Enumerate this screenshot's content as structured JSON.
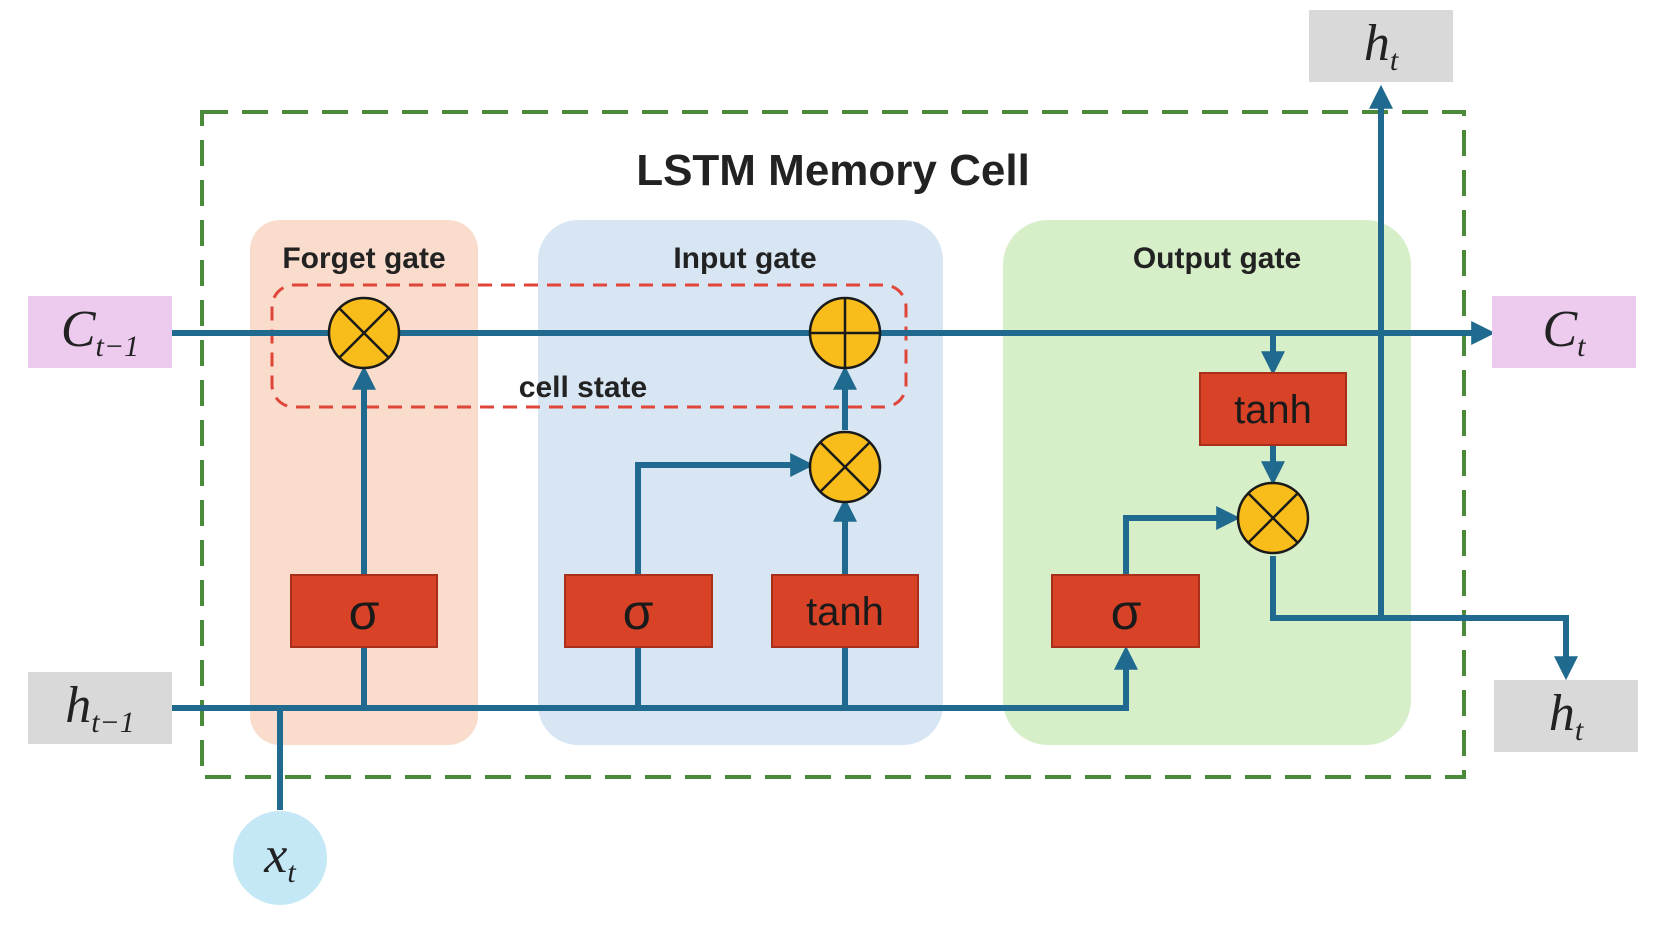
{
  "title": "LSTM Memory Cell",
  "gates": {
    "forget": "Forget gate",
    "input": "Input gate",
    "output": "Output gate"
  },
  "cell_state_label": "cell state",
  "activations": {
    "sigma": "σ",
    "tanh": "tanh"
  },
  "operators": {
    "multiply": "⊗",
    "add": "⊕"
  },
  "variables": {
    "c_prev": {
      "base": "C",
      "sub": "t−1"
    },
    "c_next": {
      "base": "C",
      "sub": "t"
    },
    "h_prev": {
      "base": "h",
      "sub": "t−1"
    },
    "h_out_top": {
      "base": "h",
      "sub": "t"
    },
    "h_out_right": {
      "base": "h",
      "sub": "t"
    },
    "x_in": {
      "base": "x",
      "sub": "t"
    }
  },
  "colors": {
    "line": "#1f6a8e",
    "forget_bg": "#f9dccb",
    "input_bg": "#d8e6f4",
    "output_bg": "#d6efc9",
    "activation_box": "#d84327",
    "operator_fill": "#f8bd1a",
    "outer_dash": "#4a8a3a",
    "cell_dash": "#e0453a",
    "c_label_bg": "#eccbee",
    "h_label_bg": "#d9d9d9",
    "x_circle": "#c4e8f6"
  }
}
